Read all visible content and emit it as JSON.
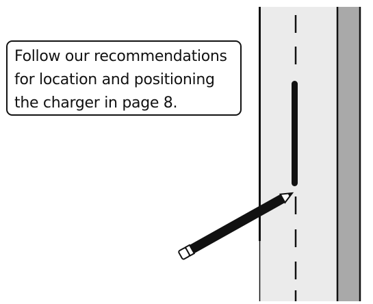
{
  "callout": {
    "lines": [
      "Follow our recommendations",
      "for location and positioning",
      "the charger in page 8."
    ]
  },
  "colors": {
    "wall_face": "#ebebeb",
    "wall_edge": "#a9a9a9",
    "outline": "#111111",
    "background": "#ffffff"
  },
  "icons": {
    "pencil": "pencil-icon",
    "marked_line": "marked-line-icon"
  }
}
